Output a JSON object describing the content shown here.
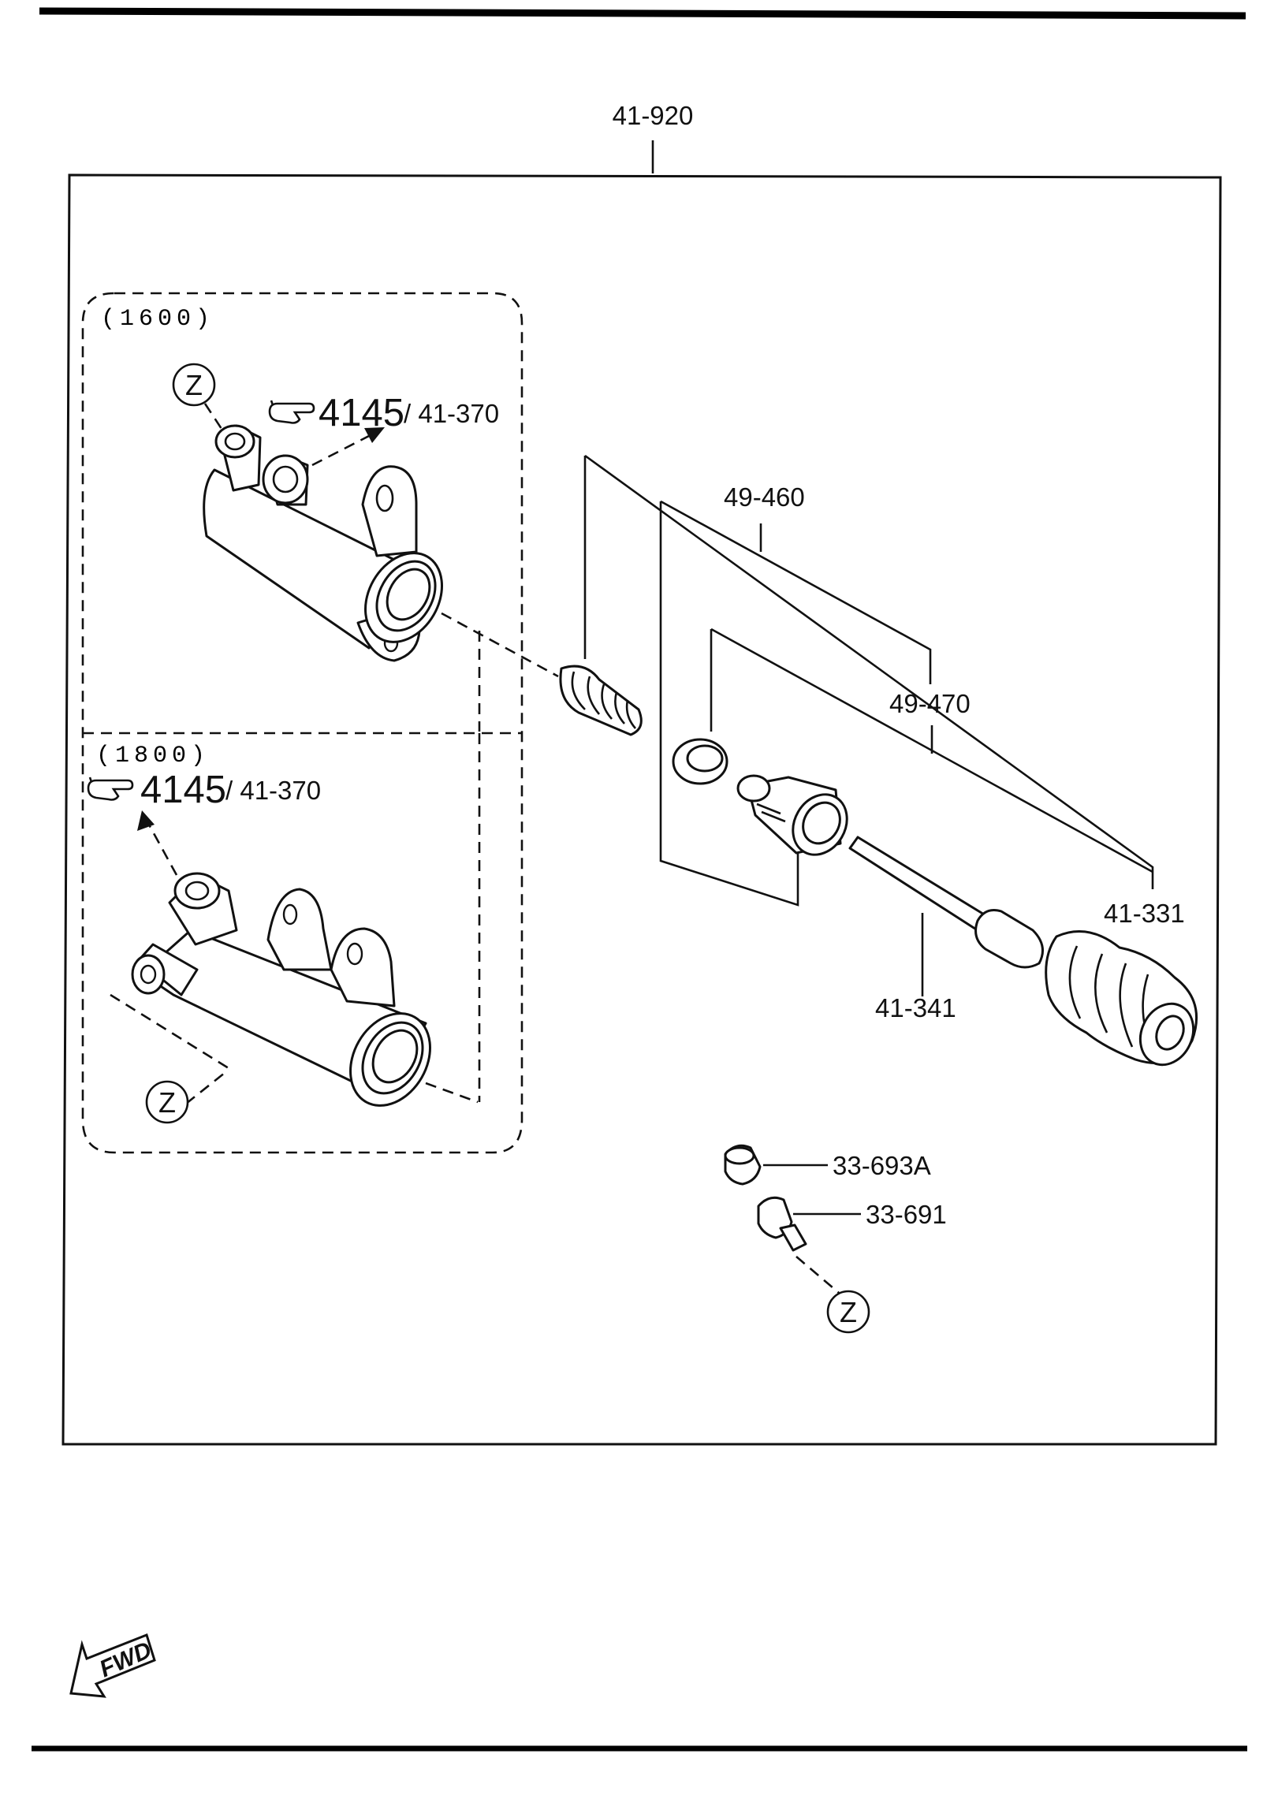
{
  "part_labels": {
    "kit": "41-920",
    "cylinder_kit": "49-460",
    "piston_kit": "49-470",
    "boot": "41-331",
    "push_rod": "41-341",
    "bleeder_cap": "33-693A",
    "bleeder_screw": "33-691"
  },
  "variants": {
    "upper": {
      "label": "(1600)",
      "ref_page": "4145",
      "ref_part": "/ 41-370"
    },
    "lower": {
      "label": "(1800)",
      "ref_page": "4145",
      "ref_part": "/ 41-370"
    }
  },
  "connector_mark": "Z",
  "direction_arrow": {
    "label": "FWD",
    "icon": "forward-arrow-icon"
  },
  "reference_icon": "pointing-hand-icon"
}
